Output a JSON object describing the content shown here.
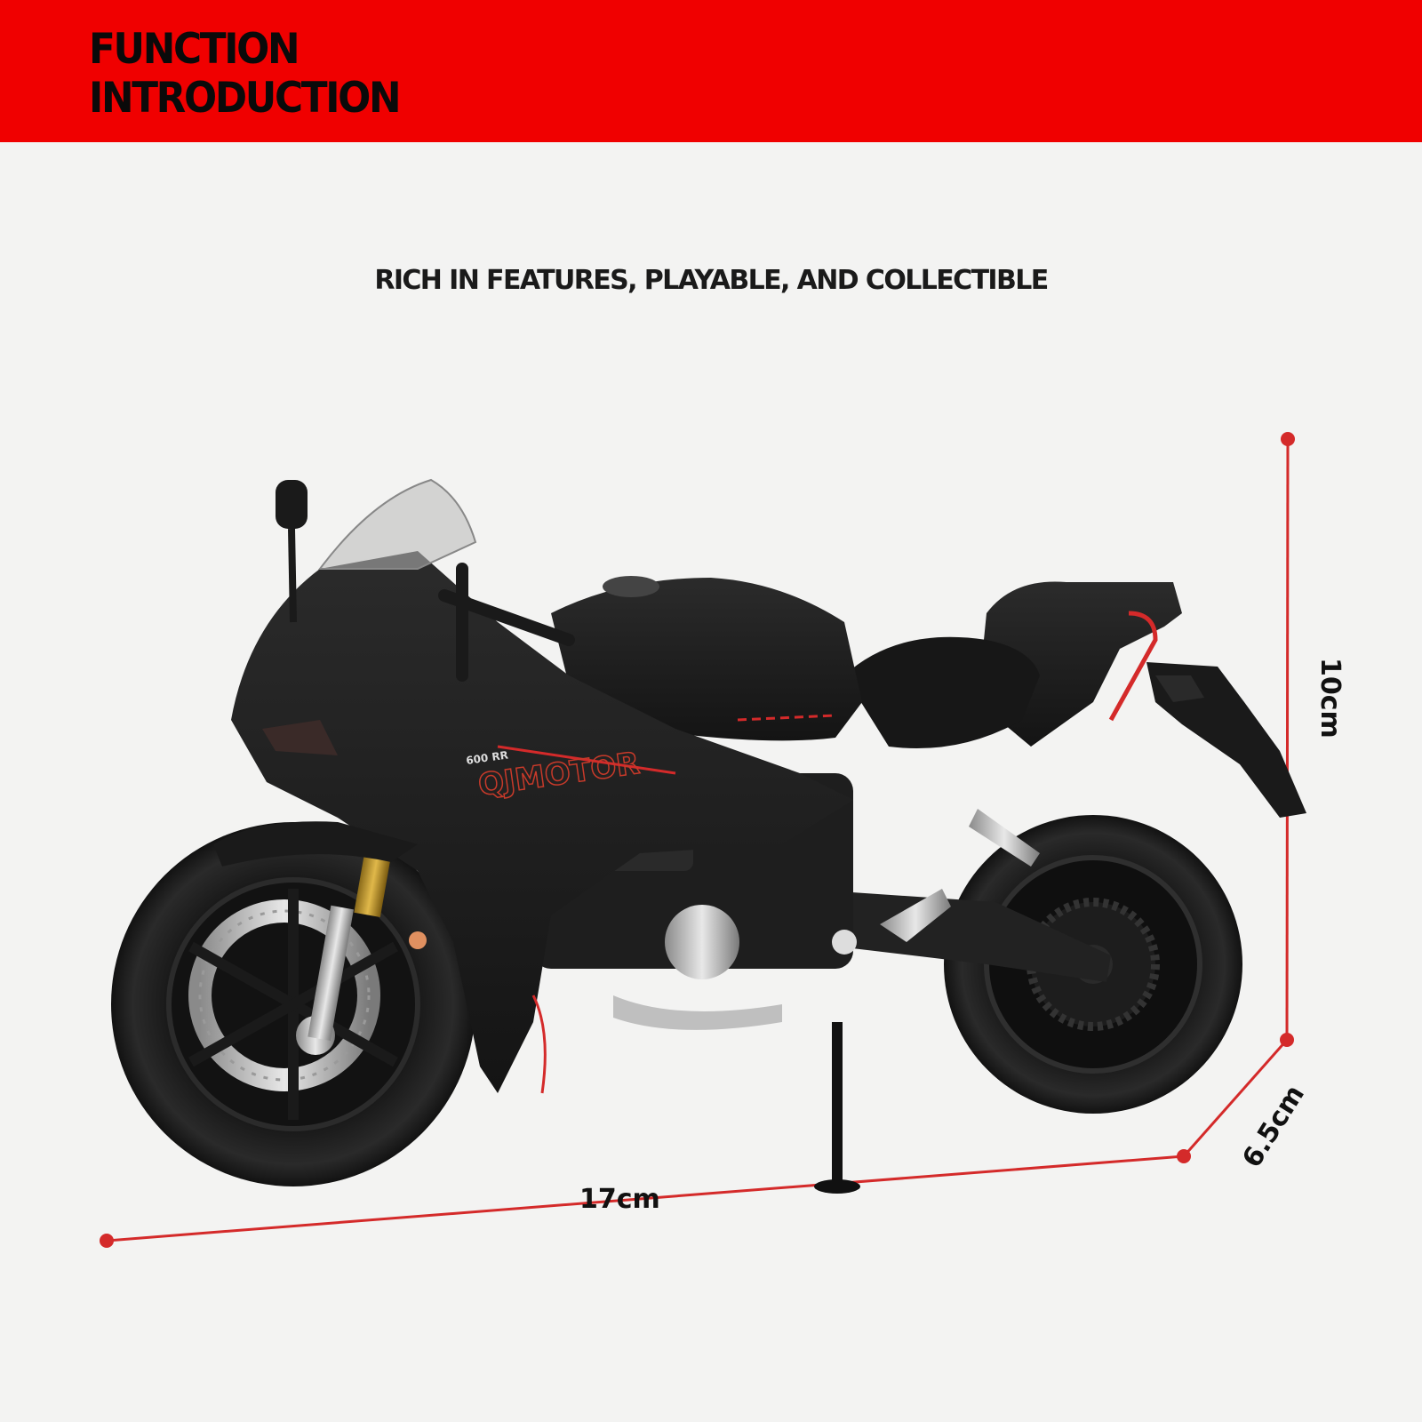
{
  "banner": {
    "title_line1": "FUNCTION",
    "title_line2": "INTRODUCTION",
    "background_color": "#f00000"
  },
  "subtitle": "RICH IN FEATURES, PLAYABLE, AND COLLECTIBLE",
  "product": {
    "type": "die-cast sport motorcycle model",
    "color": "matte black with red accents",
    "side_decal": "QJMOTOR",
    "decal_prefix": "600 RR"
  },
  "dimensions": {
    "length": "17cm",
    "height": "10cm",
    "width": "6.5cm",
    "line_color": "#d42a2a"
  }
}
